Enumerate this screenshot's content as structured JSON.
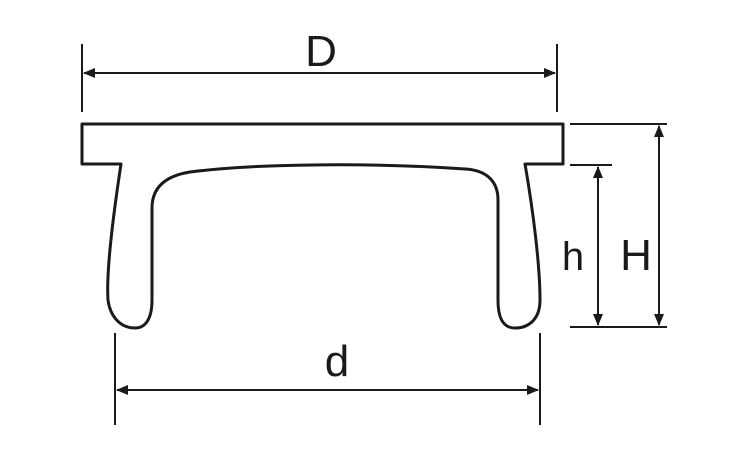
{
  "diagram": {
    "labels": {
      "outer_diameter": "D",
      "inner_diameter": "d",
      "inner_height": "h",
      "total_height": "H"
    },
    "colors": {
      "stroke": "#1a1a1a",
      "background": "#ffffff"
    }
  }
}
